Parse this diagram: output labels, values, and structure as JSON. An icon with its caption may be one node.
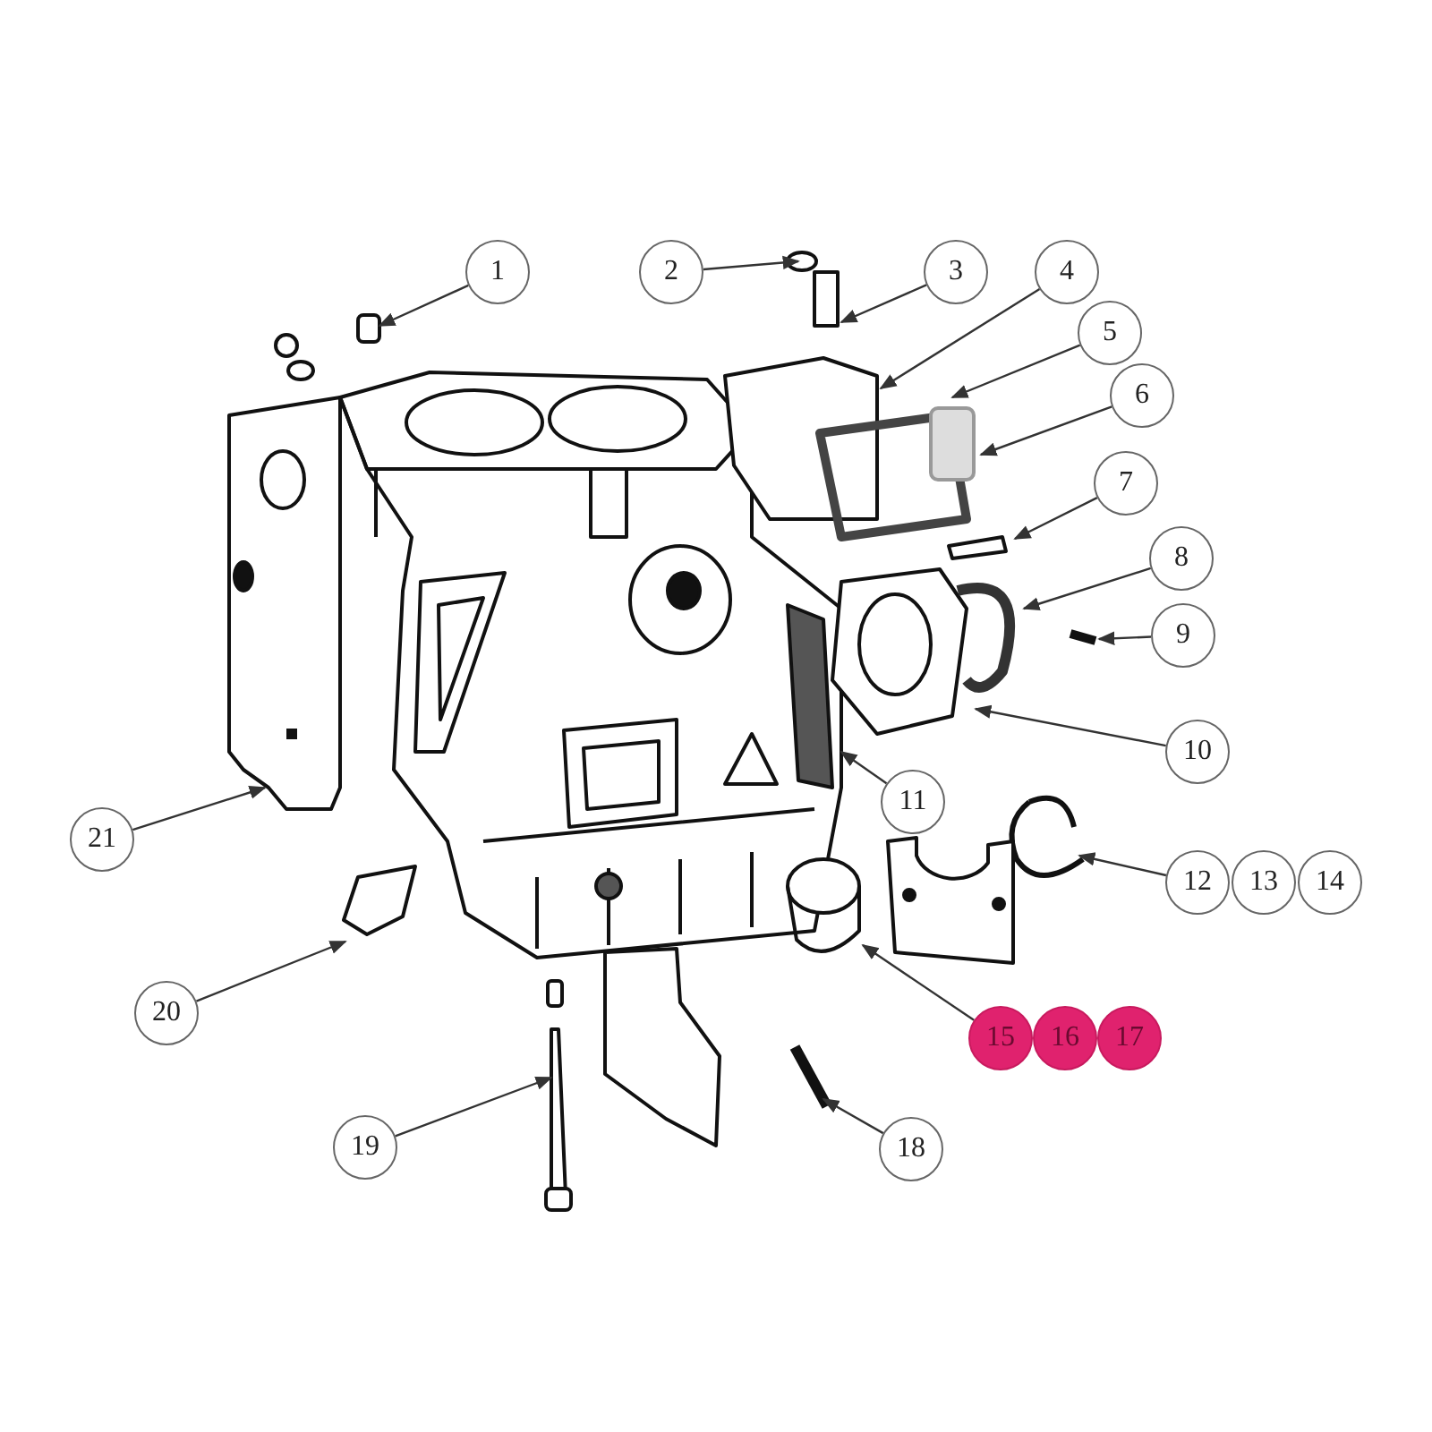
{
  "diagram": {
    "nodes": [
      {
        "text": [
          "1"
        ]
      },
      {
        "text": [
          "2"
        ]
      },
      {
        "text": [
          "3"
        ]
      },
      {
        "text": [
          "4"
        ]
      },
      {
        "text": [
          "5"
        ]
      },
      {
        "text": [
          "6"
        ]
      },
      {
        "text": [
          "7"
        ]
      },
      {
        "text": [
          "8"
        ]
      },
      {
        "text": [
          "9"
        ]
      },
      {
        "text": [
          "10"
        ]
      },
      {
        "text": [
          "11"
        ]
      },
      {
        "text": [
          "12"
        ]
      },
      {
        "text": [
          "13"
        ]
      },
      {
        "text": [
          "14"
        ]
      },
      {
        "text": [
          "15"
        ]
      },
      {
        "text": [
          "16"
        ]
      },
      {
        "text": [
          "17"
        ]
      },
      {
        "text": [
          "18"
        ]
      },
      {
        "text": [
          "19"
        ]
      },
      {
        "text": [
          "20"
        ]
      },
      {
        "text": [
          "21"
        ]
      }
    ],
    "edges": [
      {
        "from": 0,
        "to": null,
        "arrow": "to"
      },
      {
        "from": 1,
        "to": null,
        "arrow": "to"
      },
      {
        "from": 2,
        "to": null,
        "arrow": "to"
      },
      {
        "from": 3,
        "to": null,
        "arrow": "to"
      },
      {
        "from": 4,
        "to": null,
        "arrow": "to"
      },
      {
        "from": 5,
        "to": null,
        "arrow": "to"
      },
      {
        "from": 6,
        "to": null,
        "arrow": "to"
      },
      {
        "from": 7,
        "to": null,
        "arrow": "to"
      },
      {
        "from": 8,
        "to": null,
        "arrow": "to"
      },
      {
        "from": 9,
        "to": null,
        "arrow": "to"
      },
      {
        "from": 10,
        "to": null,
        "arrow": "to"
      },
      {
        "from": 11,
        "to": null,
        "arrow": "to"
      },
      {
        "from": 14,
        "to": null,
        "arrow": "to"
      },
      {
        "from": 17,
        "to": null,
        "arrow": "to"
      },
      {
        "from": 18,
        "to": null,
        "arrow": "to"
      },
      {
        "from": 19,
        "to": null,
        "arrow": "to"
      },
      {
        "from": 20,
        "to": null,
        "arrow": "to"
      }
    ]
  }
}
